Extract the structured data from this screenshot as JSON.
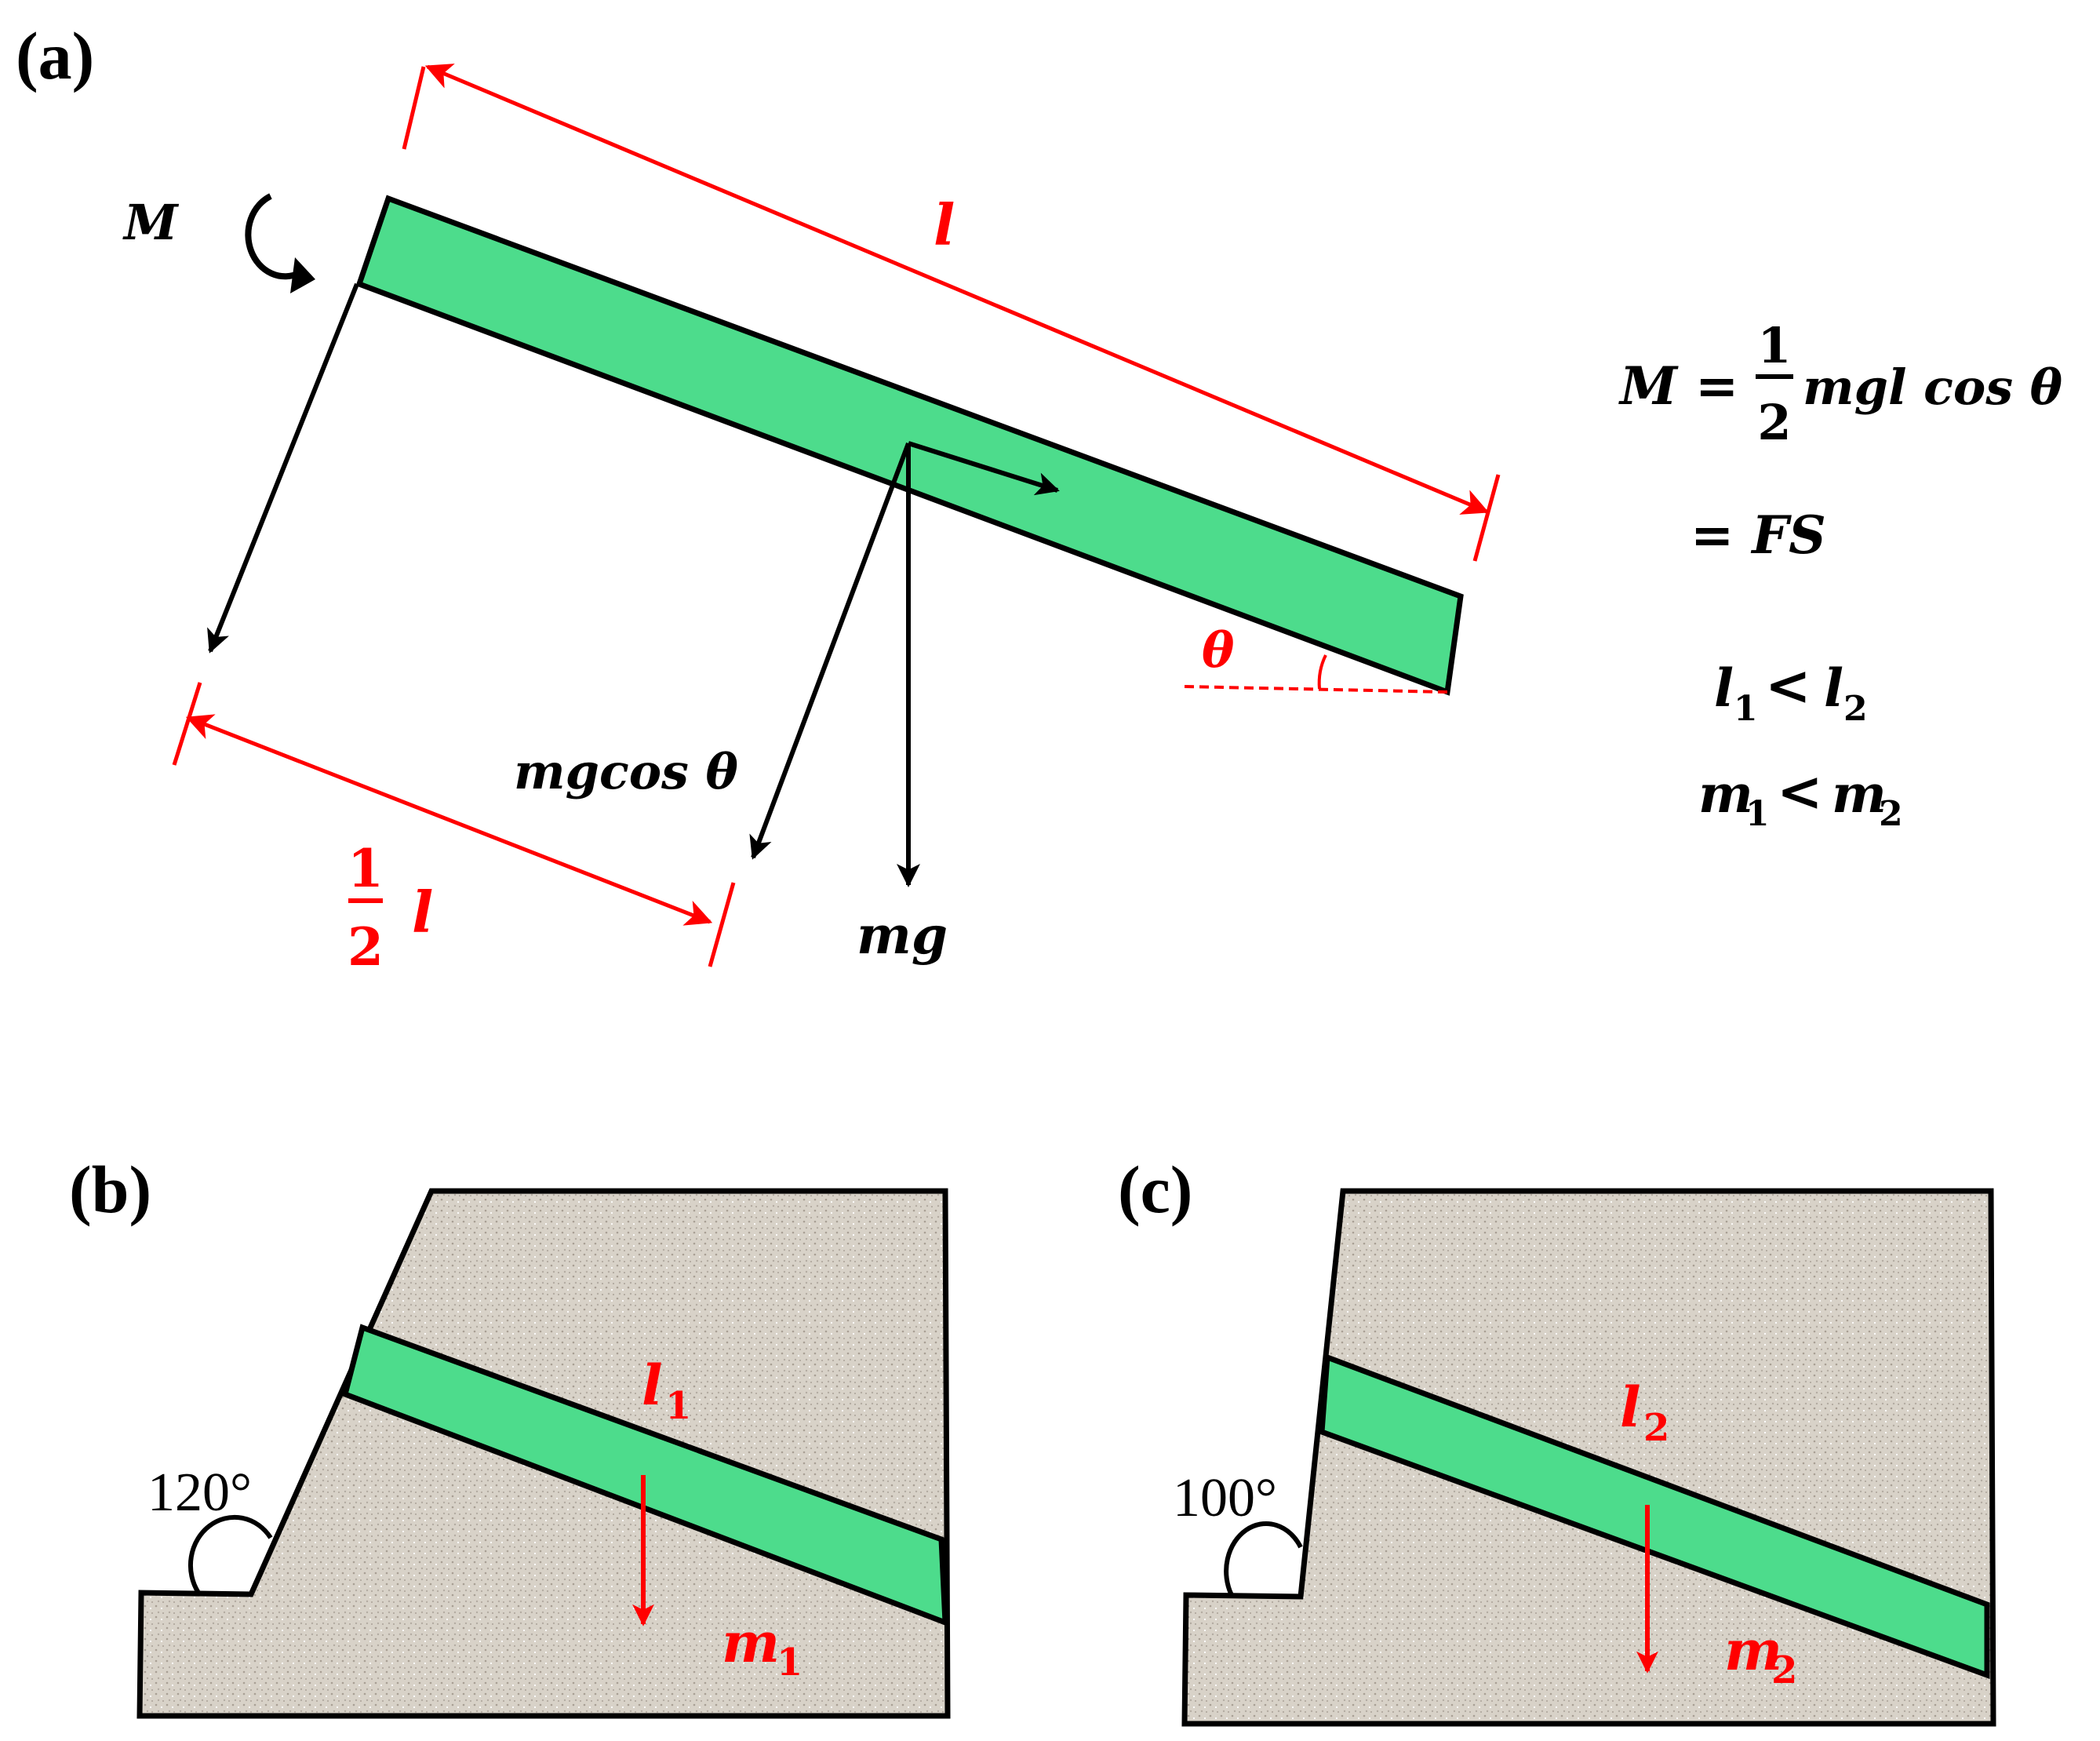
{
  "panels": {
    "a": {
      "label": "(a)",
      "moment": "M",
      "length": "l",
      "half": {
        "num": "1",
        "den": "2",
        "var": "l"
      },
      "normal_force": "mgcos θ",
      "weight": "mg",
      "angle": "θ",
      "equations": {
        "line1_lhs": "M =",
        "line1_num": "1",
        "line1_den": "2",
        "line1_rhs": "mgl cos θ",
        "line2": "= FS",
        "ineq1_a": "l",
        "ineq1_a_sub": "1",
        "ineq1_op": "<",
        "ineq1_b": "l",
        "ineq1_b_sub": "2",
        "ineq2_a": "m",
        "ineq2_a_sub": "1",
        "ineq2_op": "<",
        "ineq2_b": "m",
        "ineq2_b_sub": "2"
      }
    },
    "b": {
      "label": "(b)",
      "angle": "120°",
      "length_var": "l",
      "length_sub": "1",
      "mass_var": "m",
      "mass_sub": "1"
    },
    "c": {
      "label": "(c)",
      "angle": "100°",
      "length_var": "l",
      "length_sub": "2",
      "mass_var": "m",
      "mass_sub": "2"
    }
  },
  "colors": {
    "layer": "#4ddc8c",
    "rock": "#d8d2c8",
    "dimension": "#ff0000",
    "force": "#000000"
  }
}
